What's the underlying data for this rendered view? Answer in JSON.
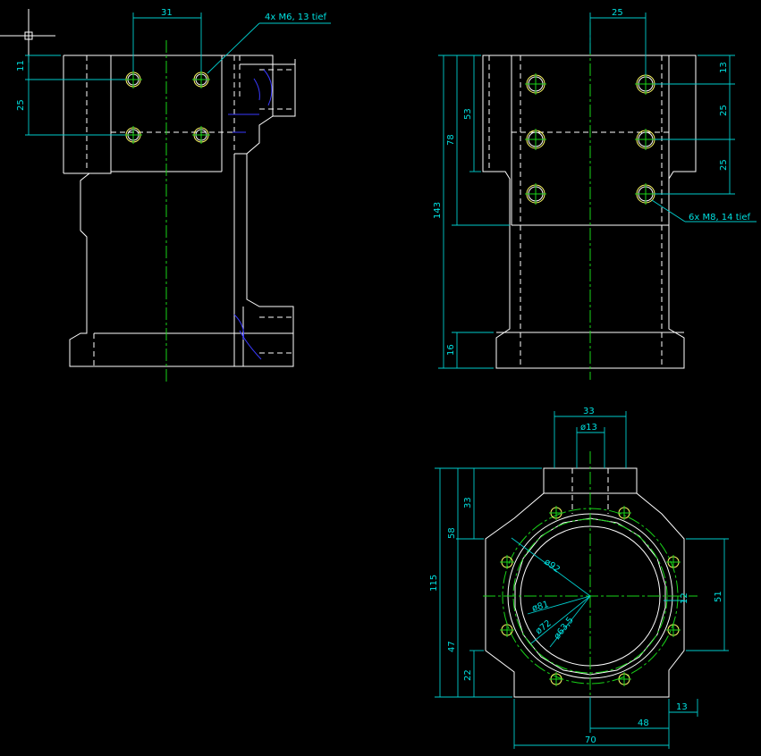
{
  "drawing": {
    "colors": {
      "background": "#000000",
      "part": "#ffffff",
      "center": "#19d419",
      "dimension": "#00e0e0",
      "hole": "#ffff66",
      "thread": "#3a3aff"
    },
    "left_view": {
      "note": "4x M6, 13 tief",
      "dims": {
        "top": "31",
        "v1": "11",
        "v2": "25"
      }
    },
    "right_view": {
      "note": "6x M8, 14 tief",
      "dims": {
        "top": "25",
        "r1": "13",
        "r2": "25",
        "r3": "25",
        "l1": "53",
        "l2": "78",
        "l3": "143",
        "l4": "16"
      }
    },
    "bottom_view": {
      "dims": {
        "d33": "33",
        "d13": "ø13",
        "d92": "ø92",
        "d81": "ø81",
        "d72": "ø72",
        "d635": "ø63,5",
        "d12": "12",
        "d51": "51",
        "d115": "115",
        "d58": "58",
        "d33v": "33",
        "d47": "47",
        "d22": "22",
        "d48": "48",
        "d13b": "13",
        "d70": "70"
      }
    }
  }
}
